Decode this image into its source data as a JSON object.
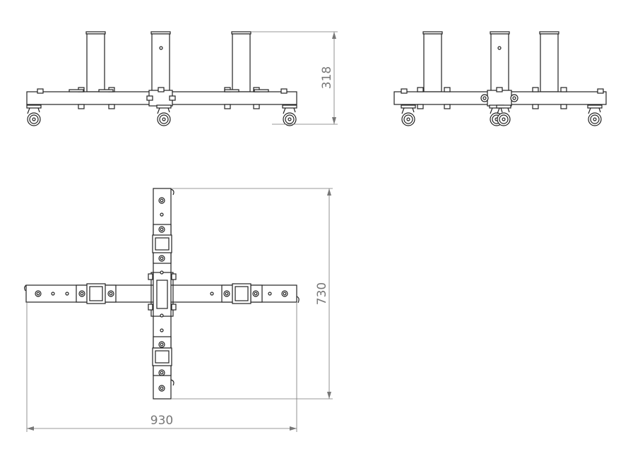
{
  "drawing": {
    "views": [
      "front-view",
      "side-view",
      "top-view"
    ],
    "dimensions": {
      "height": "318",
      "depth": "730",
      "width": "930"
    },
    "line_color": "#222222",
    "dimension_color": "#777777"
  }
}
